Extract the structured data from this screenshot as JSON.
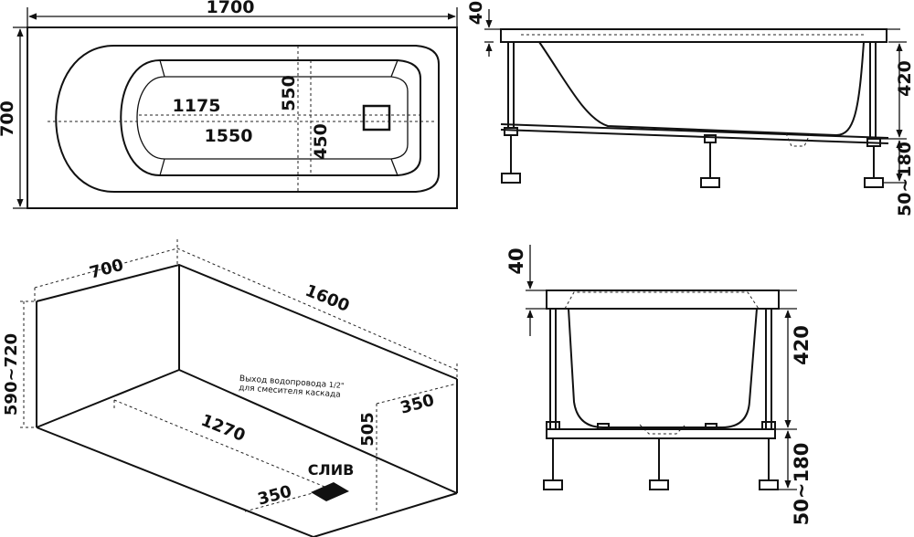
{
  "top_view": {
    "length": "1700",
    "width": "700",
    "inner_length": "1550",
    "bottom_length": "1175",
    "half_width_upper": "550",
    "half_width_lower": "450"
  },
  "side_view": {
    "rim": "40",
    "depth": "420",
    "legs": "50~180"
  },
  "end_view": {
    "rim": "40",
    "depth": "420",
    "legs": "50~180"
  },
  "niche": {
    "width": "700",
    "length": "1600",
    "height": "590~720",
    "pipe_distance": "1270",
    "pipe_height": "505",
    "pipe_offset": "350",
    "drain_offset": "350",
    "drain_label": "СЛИВ",
    "mixer_note_line1": "Выход водопровода ",
    "mixer_note_fraction": "1/2\"",
    "mixer_note_line2": "для смесителя каскада"
  }
}
